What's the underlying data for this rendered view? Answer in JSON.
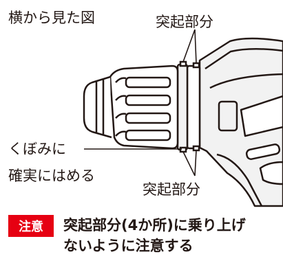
{
  "view_title": "横から見た図",
  "labels": {
    "protrusion_top": "突起部分",
    "protrusion_bottom": "突起部分",
    "recess_line1": "くぼみに",
    "recess_line2": "確実にはめる"
  },
  "caution": {
    "badge": "注意",
    "line1": "突起部分(4か所)に乗り上げ",
    "line2": "ないように注意する"
  },
  "colors": {
    "badge_bg": "#e60012",
    "line": "#231815",
    "tool_fill": "#f2f2f2"
  }
}
